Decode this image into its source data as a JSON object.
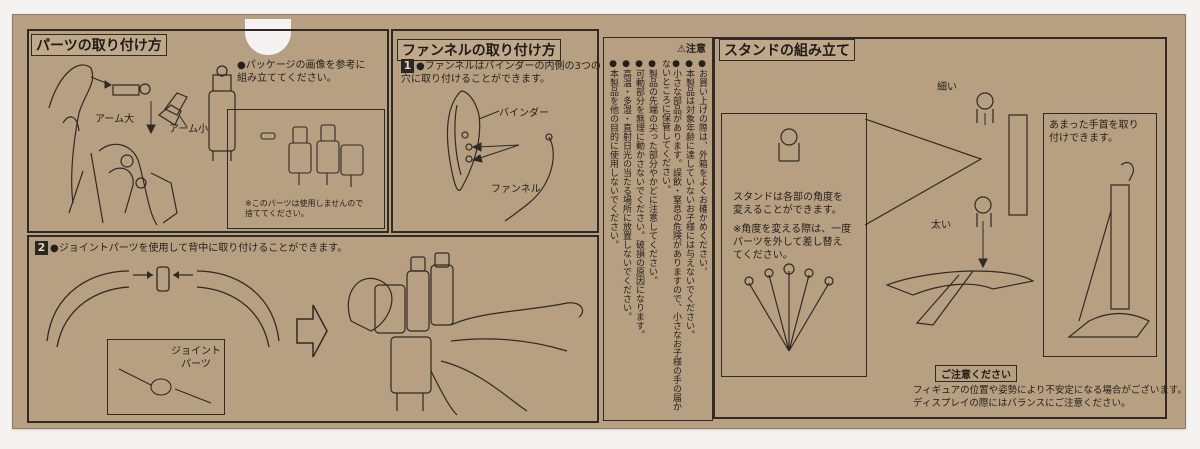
{
  "sections": {
    "parts": {
      "title": "パーツの取り付け方",
      "arm_big": "アーム大",
      "arm_small": "アーム小",
      "ref_text": "●パッケージの画像を参考に\n組み立ててください。",
      "note_text": "※このパーツは使用しませんので\n捨ててください。"
    },
    "funnel": {
      "title": "ファンネルの取り付け方",
      "step1_num": "1",
      "step1_text": "●ファンネルはバインダーの内側の3つの\n穴に取り付けることができます。",
      "binder_label": "バインダー",
      "funnel_label": "ファンネル"
    },
    "joint": {
      "step2_num": "2",
      "step2_text": "●ジョイントパーツを使用して背中に取り付けることができます。",
      "joint_label": "ジョイント\nパーツ"
    },
    "caution": {
      "header": "⚠注意",
      "columns": [
        "●お買い上げの際は、外箱をよくお確かめください。",
        "●本製品は対象年齢に達していないお子様には与えないでください。",
        "●小さな部品があります。誤飲・窒息の危険がありますので、小さなお子様の手の届かないところに保管してください。",
        "●製品の先端の尖った部分やかどに注意してください。",
        "●可動部分を無理に動かさないでください。破損の原因になります。",
        "●高温・多湿・直射日光の当たる場所に放置しないでください。",
        "●本製品を他の目的に使用しないでください。"
      ]
    },
    "stand": {
      "title": "スタンドの組み立て",
      "thin_label": "細い",
      "thick_label": "太い",
      "hand_text": "あまった手首を取り\n付けできます。",
      "angle_text": "スタンドは各部の角度を\n変えることができます。",
      "angle_note": "※角度を変える際は、一度\nパーツを外して差し替え\nてください。",
      "notice_title": "ご注意ください",
      "notice_text": "フィギュアの位置や姿勢により不安定になる場合がございます。\nディスプレイの際にはバランスにご注意ください。"
    }
  }
}
